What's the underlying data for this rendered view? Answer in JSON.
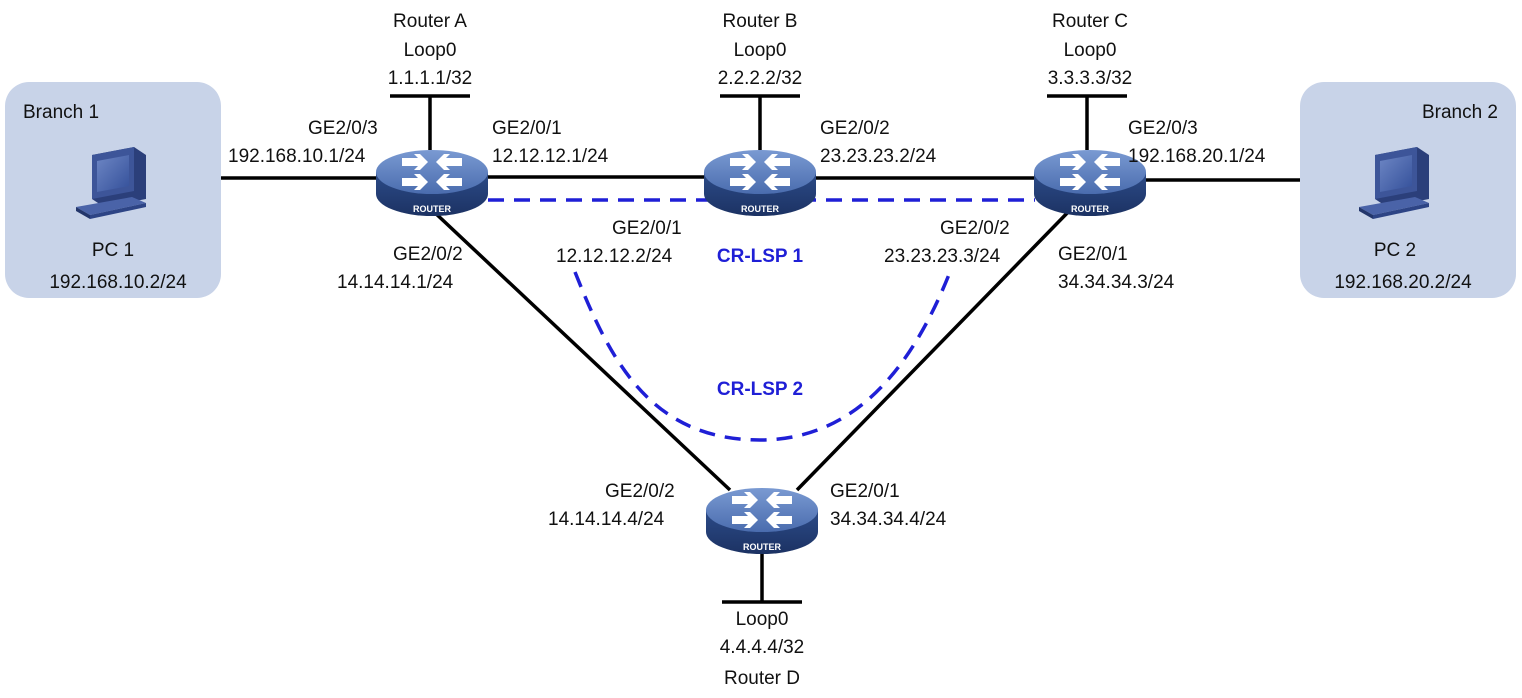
{
  "colors": {
    "line": "#000000",
    "lsp": "#1f1fd6",
    "branch_bg": "#c5d1e8",
    "router_body": "#2f4f8c",
    "router_top": "#5c7fbf",
    "text": "#111111"
  },
  "branches": {
    "branch1": {
      "name": "Branch 1",
      "pc_name": "PC 1",
      "pc_ip": "192.168.10.2/24",
      "icon": "pc-icon"
    },
    "branch2": {
      "name": "Branch 2",
      "pc_name": "PC 2",
      "pc_ip": "192.168.20.2/24",
      "icon": "pc-icon"
    }
  },
  "router_badge": "ROUTER",
  "routers": {
    "a": {
      "name": "Router A",
      "loop_name": "Loop0",
      "loop_ip": "1.1.1.1/32"
    },
    "b": {
      "name": "Router B",
      "loop_name": "Loop0",
      "loop_ip": "2.2.2.2/32"
    },
    "c": {
      "name": "Router C",
      "loop_name": "Loop0",
      "loop_ip": "3.3.3.3/32"
    },
    "d": {
      "name": "Router D",
      "loop_name": "Loop0",
      "loop_ip": "4.4.4.4/32"
    }
  },
  "interfaces": {
    "a_ge203": {
      "port": "GE2/0/3",
      "ip": "192.168.10.1/24"
    },
    "a_ge201": {
      "port": "GE2/0/1",
      "ip": "12.12.12.1/24"
    },
    "a_ge202": {
      "port": "GE2/0/2",
      "ip": "14.14.14.1/24"
    },
    "b_ge201": {
      "port": "GE2/0/1",
      "ip": "12.12.12.2/24"
    },
    "b_ge202": {
      "port": "GE2/0/2",
      "ip": "23.23.23.2/24"
    },
    "c_ge202": {
      "port": "GE2/0/2",
      "ip": "23.23.23.3/24"
    },
    "c_ge203": {
      "port": "GE2/0/3",
      "ip": "192.168.20.1/24"
    },
    "c_ge201": {
      "port": "GE2/0/1",
      "ip": "34.34.34.3/24"
    },
    "d_ge202": {
      "port": "GE2/0/2",
      "ip": "14.14.14.4/24"
    },
    "d_ge201": {
      "port": "GE2/0/1",
      "ip": "34.34.34.4/24"
    }
  },
  "lsps": {
    "lsp1": {
      "label": "CR-LSP 1"
    },
    "lsp2": {
      "label": "CR-LSP 2"
    }
  }
}
